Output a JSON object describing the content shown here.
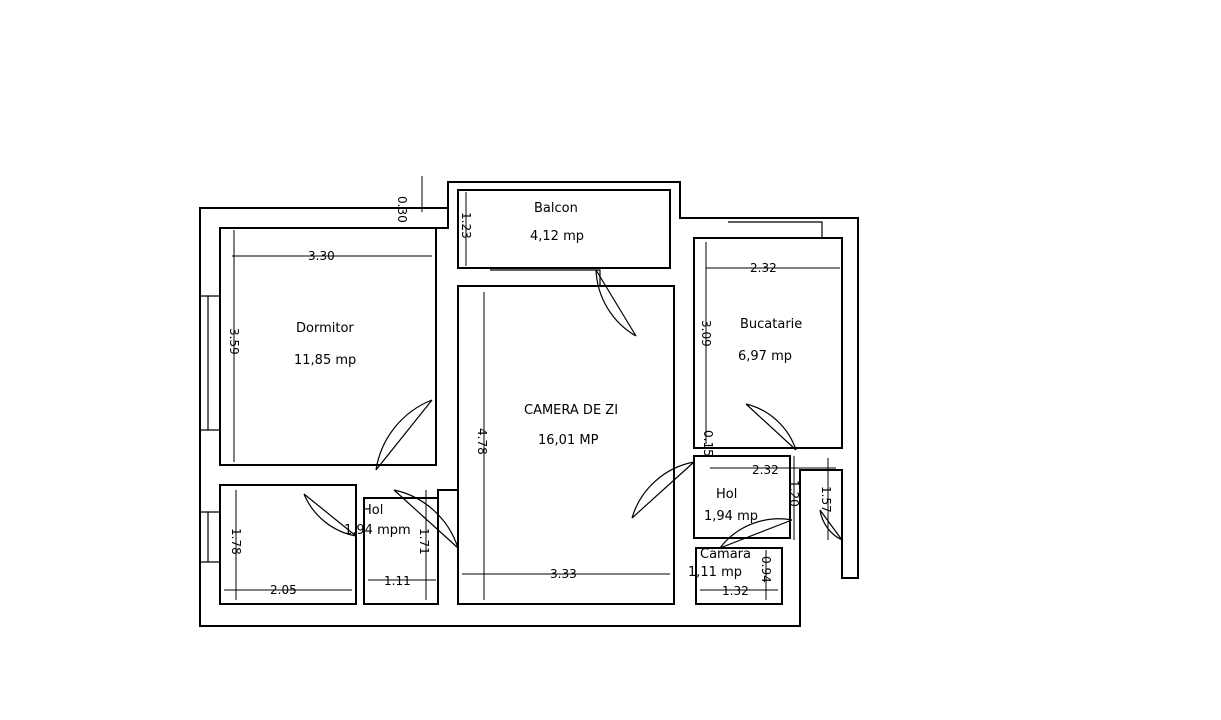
{
  "rooms": {
    "balcon": {
      "name": "Balcon",
      "area": "4,12 mp"
    },
    "dormitor": {
      "name": "Dormitor",
      "area": "11,85 mp"
    },
    "camera_de_zi": {
      "name": "CAMERA DE ZI",
      "area": "16,01 MP"
    },
    "bucatarie": {
      "name": "Bucatarie",
      "area": "6,97 mp"
    },
    "hol_left": {
      "name": "Hol",
      "area": "1,94 mpm"
    },
    "hol_right": {
      "name": "Hol",
      "area": "1,94 mp"
    },
    "camara": {
      "name": "Camara",
      "area": "1,11 mp"
    }
  },
  "dimensions": {
    "d_030": "0.30",
    "d_123": "1.23",
    "d_330": "3.30",
    "d_359": "3.59",
    "d_478": "4.78",
    "d_232_top": "2.32",
    "d_309": "3.09",
    "d_015": "0.15",
    "d_232_bottom": "2.32",
    "d_120": "1.20",
    "d_157": "1.57",
    "d_178": "1.78",
    "d_205": "2.05",
    "d_111": "1.11",
    "d_171": "1.71",
    "d_333": "3.33",
    "d_094": "0.94",
    "d_132": "1.32"
  }
}
